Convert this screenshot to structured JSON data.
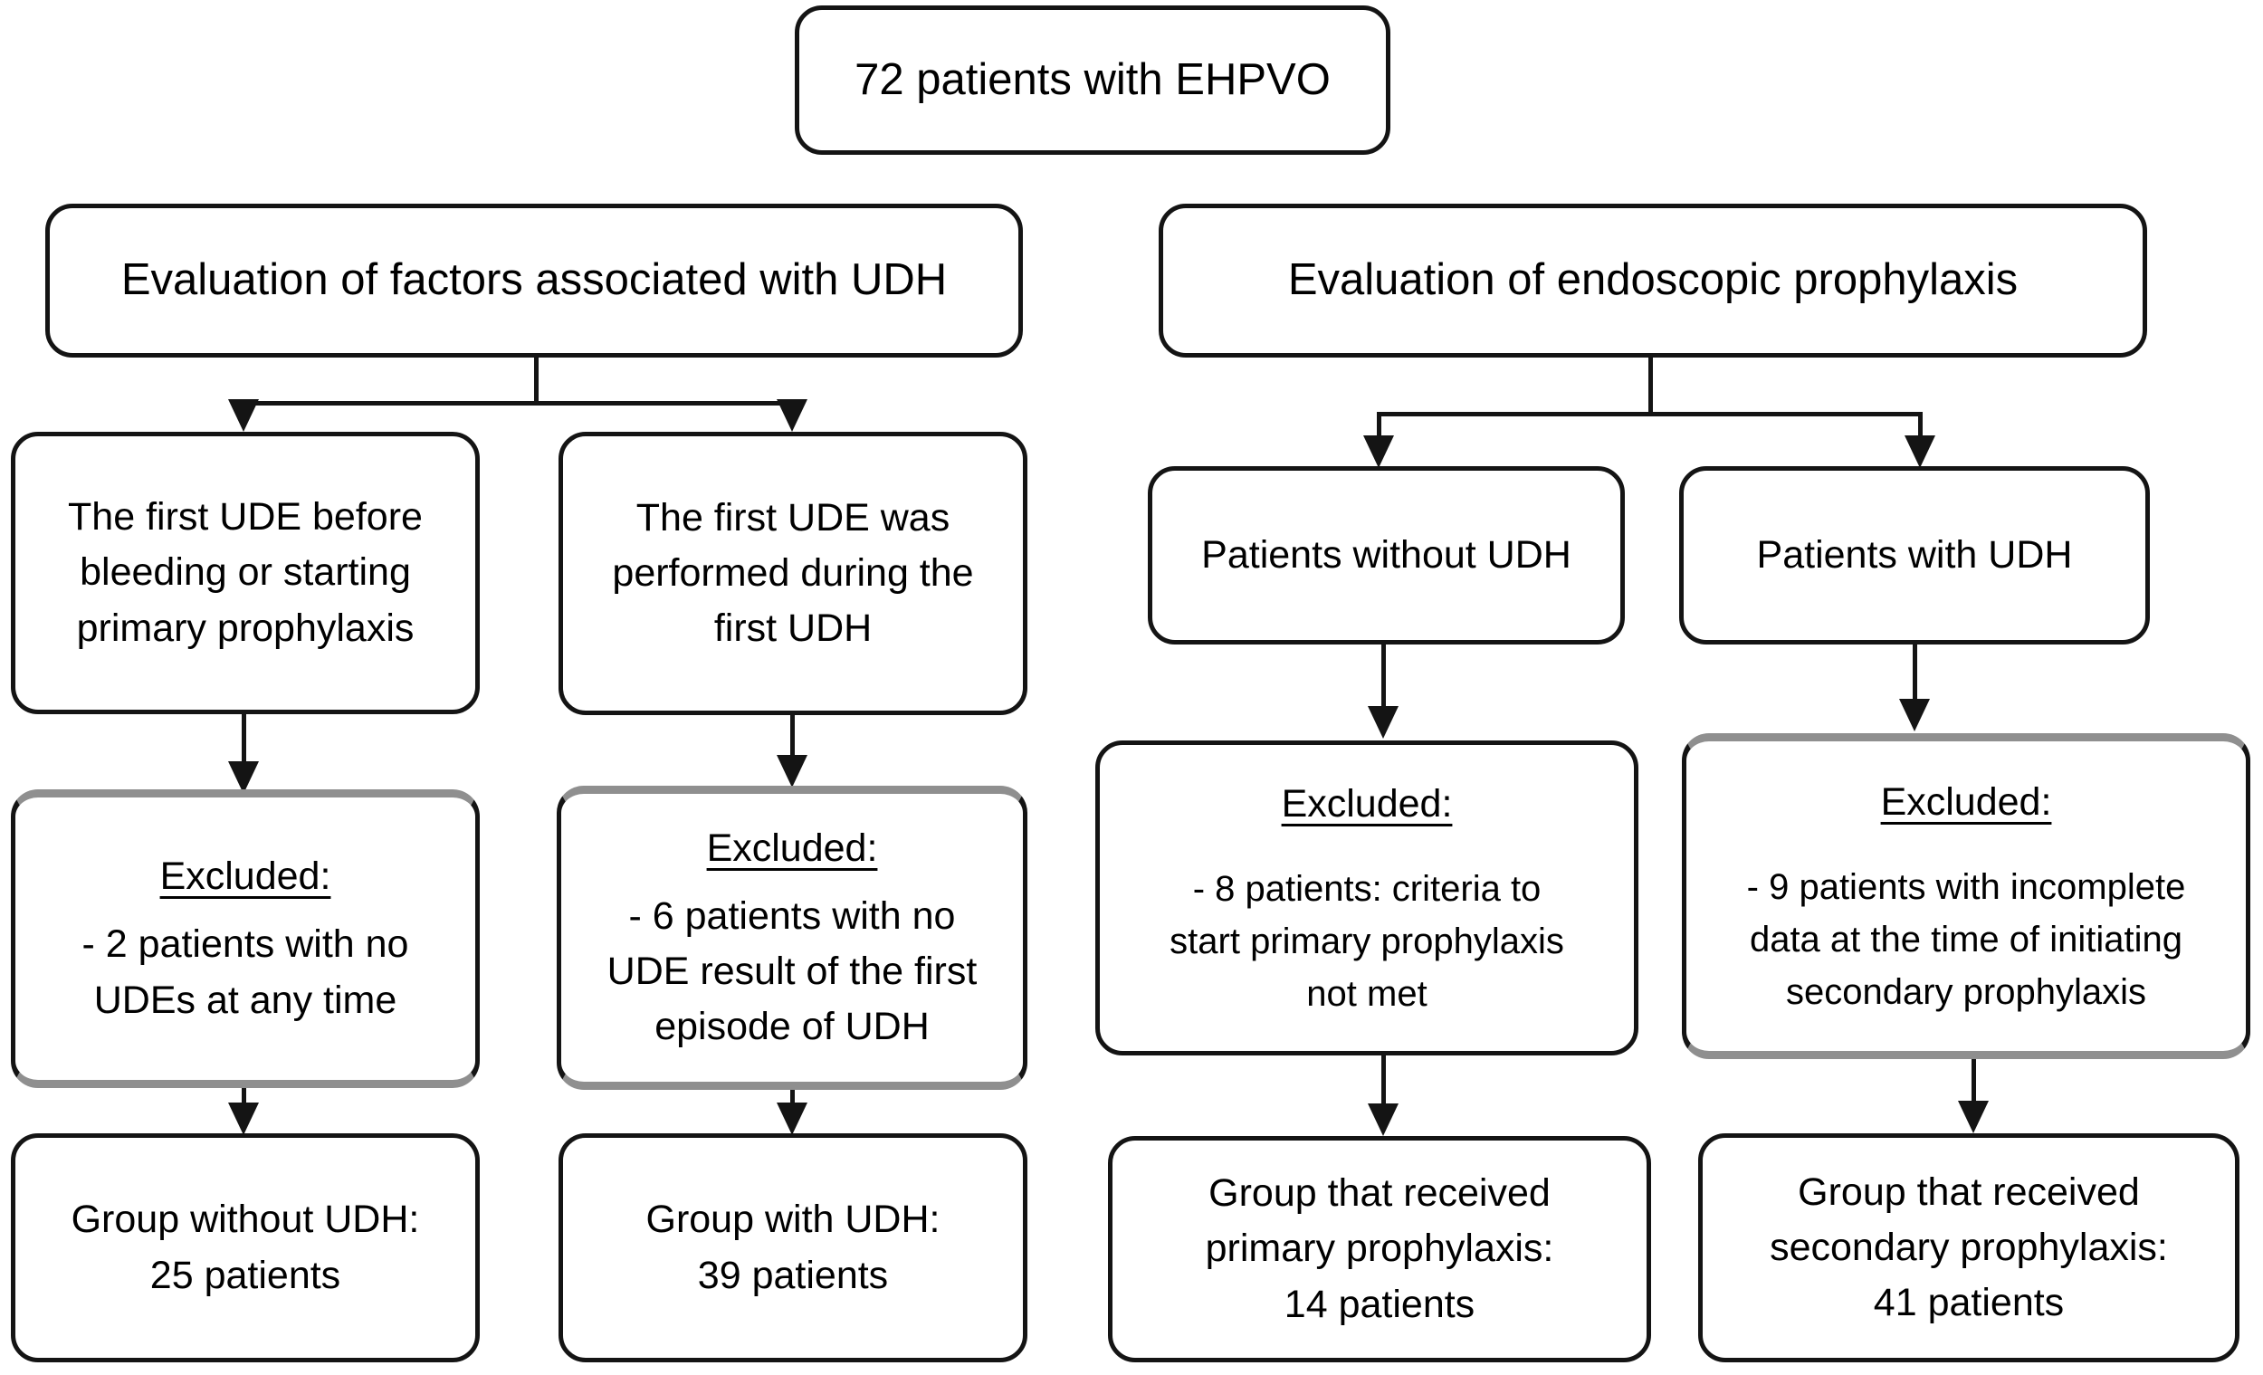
{
  "root": {
    "label": "72 patients with EHPVO"
  },
  "branches": {
    "left": {
      "header": "Evaluation of factors associated with UDH"
    },
    "right": {
      "header": "Evaluation of endoscopic prophylaxis"
    }
  },
  "columns": [
    {
      "criteria": "The first UDE before\nbleeding or starting\nprimary prophylaxis",
      "excluded_heading": "Excluded:",
      "excluded_detail": "- 2 patients with no\nUDEs at any time",
      "outcome": "Group without UDH:\n25 patients"
    },
    {
      "criteria": "The first UDE was\nperformed during the\nfirst UDH",
      "excluded_heading": "Excluded:",
      "excluded_detail": "- 6 patients with no\nUDE result of the first\nepisode of UDH",
      "outcome": "Group with UDH:\n39 patients"
    },
    {
      "criteria": "Patients without UDH",
      "excluded_heading": "Excluded:",
      "excluded_detail": "- 8 patients: criteria to\nstart primary prophylaxis\nnot met",
      "outcome": "Group that received\nprimary prophylaxis:\n14 patients"
    },
    {
      "criteria": "Patients with UDH",
      "excluded_heading": "Excluded:",
      "excluded_detail": "- 9 patients with incomplete\ndata at the time of initiating\nsecondary prophylaxis",
      "outcome": "Group that received\nsecondary prophylaxis:\n41 patients"
    }
  ],
  "colors": {
    "border": "#141414",
    "background": "#ffffff",
    "text": "#000000",
    "excluded_edge": "#8f8f8f"
  }
}
